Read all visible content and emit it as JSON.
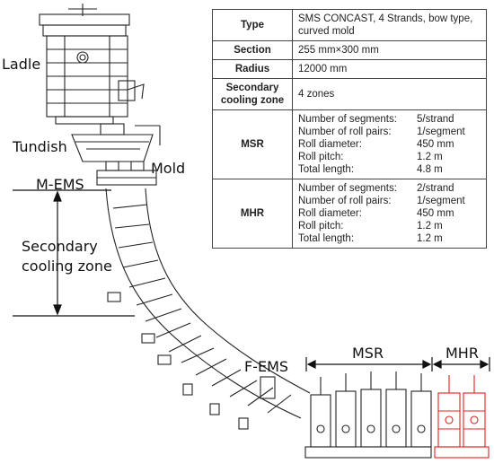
{
  "labels": {
    "ladle": "Ladle",
    "tundish": "Tundish",
    "mold": "Mold",
    "m_ems": "M-EMS",
    "secondary_cooling_zone_line1": "Secondary",
    "secondary_cooling_zone_line2": "cooling zone",
    "f_ems": "F-EMS",
    "msr": "MSR",
    "mhr": "MHR"
  },
  "table": {
    "rows": [
      {
        "key": "Type",
        "value": "SMS CONCAST, 4 Strands, bow type, curved mold"
      },
      {
        "key": "Section",
        "value": "255 mm×300 mm"
      },
      {
        "key": "Radius",
        "value": "12000 mm"
      },
      {
        "key": "Secondary cooling zone",
        "value": "4 zones"
      }
    ],
    "msr": {
      "key": "MSR",
      "items": [
        {
          "label": "Number of segments:",
          "value": "5/strand"
        },
        {
          "label": "Number of roll pairs:",
          "value": "1/segment"
        },
        {
          "label": "Roll diameter:",
          "value": "450 mm"
        },
        {
          "label": "Roll pitch:",
          "value": "1.2 m"
        },
        {
          "label": "Total length:",
          "value": "4.8 m"
        }
      ]
    },
    "mhr": {
      "key": "MHR",
      "items": [
        {
          "label": "Number of segments:",
          "value": "2/strand"
        },
        {
          "label": "Number of roll pairs:",
          "value": "1/segment"
        },
        {
          "label": "Roll diameter:",
          "value": "450 mm"
        },
        {
          "label": "Roll pitch:",
          "value": "1.2 m"
        },
        {
          "label": "Total length:",
          "value": "1.2 m"
        }
      ]
    }
  },
  "colors": {
    "line": "#222222",
    "mhr_highlight": "#e02020"
  }
}
